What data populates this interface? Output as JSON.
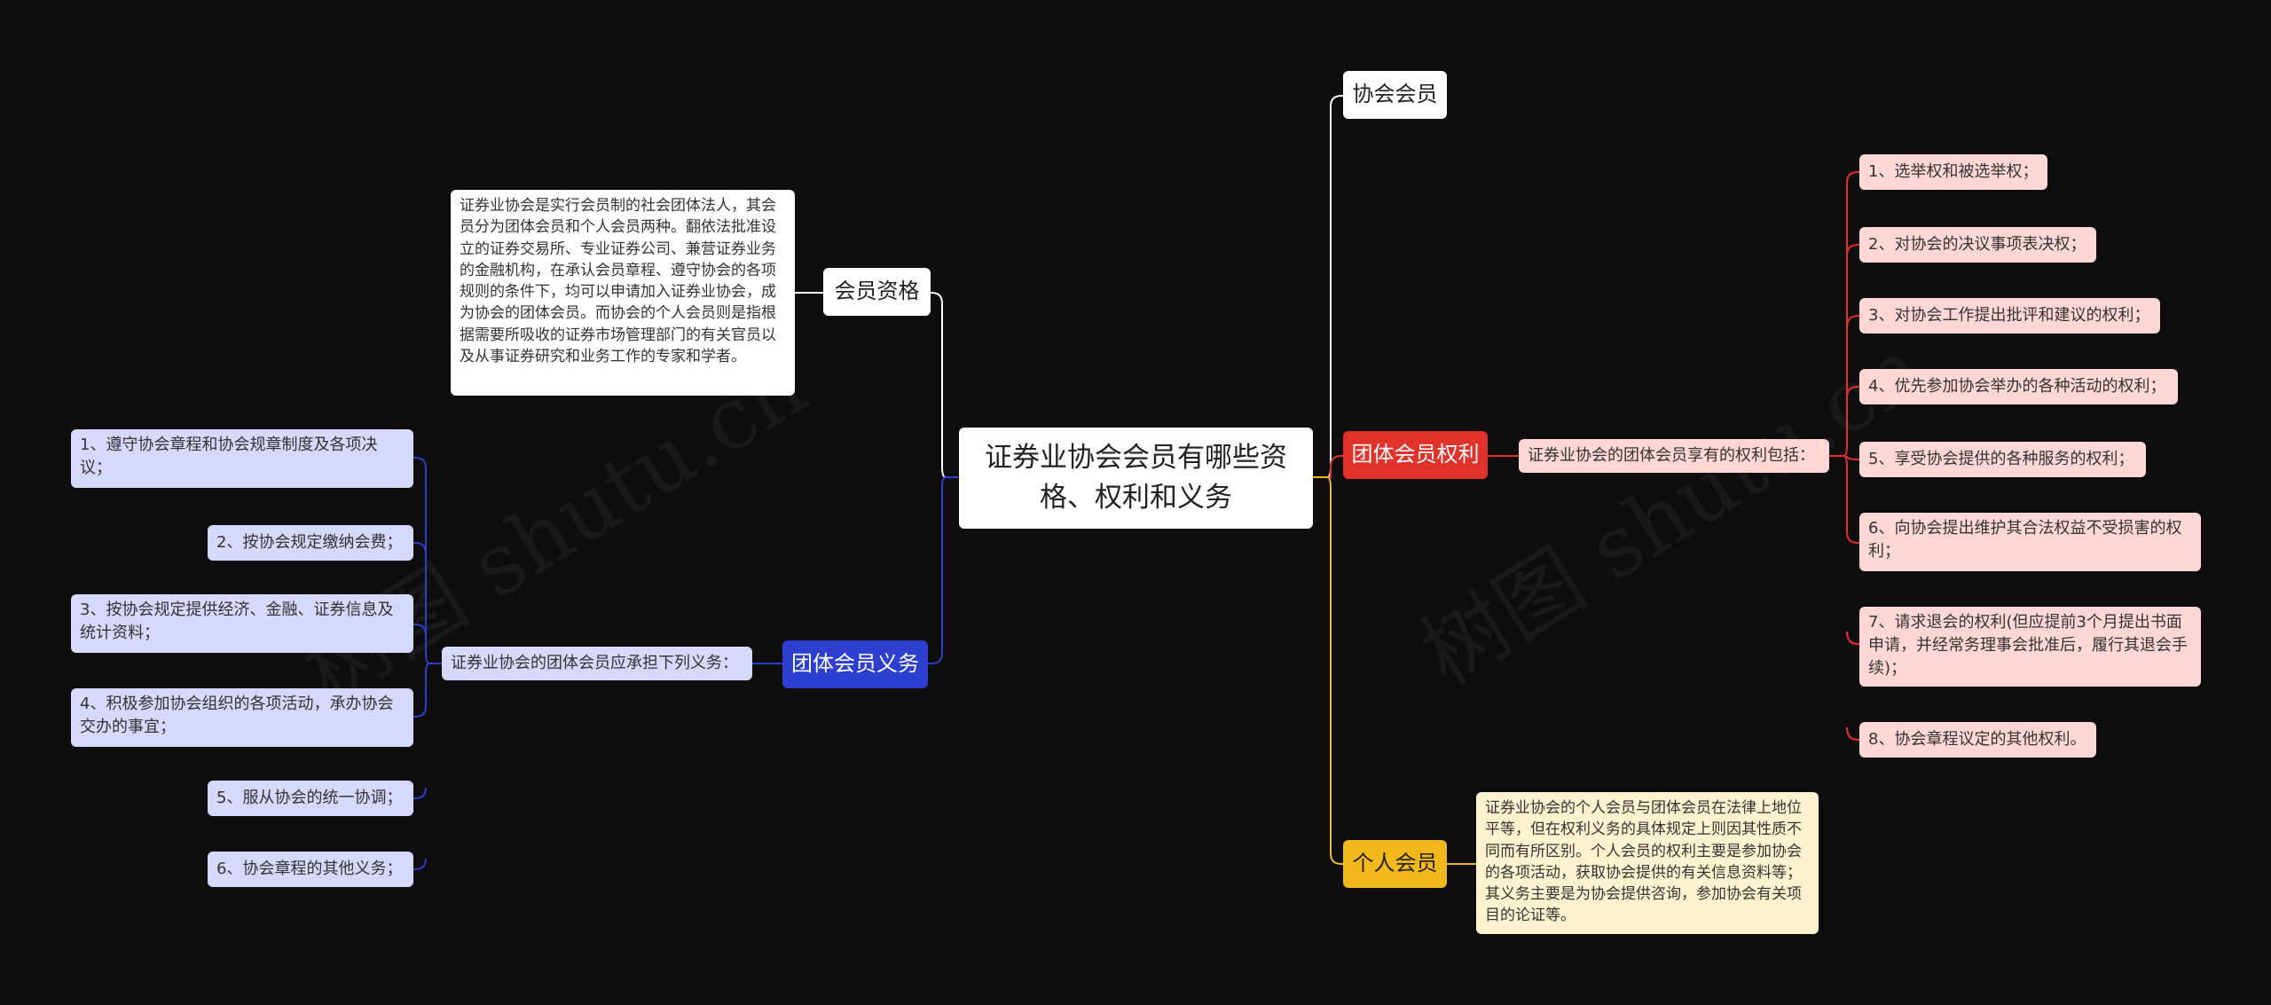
{
  "root": {
    "title": "证券业协会会员有哪些资格、权利和义务"
  },
  "branches": {
    "membership": "协会会员",
    "qualification": "会员资格",
    "group_rights": "团体会员权利",
    "group_duties": "团体会员义务",
    "individual": "个人会员"
  },
  "qualification_text": "证券业协会是实行会员制的社会团体法人，其会员分为团体会员和个人会员两种。翻依法批准设立的证券交易所、专业证券公司、兼营证券业务的金融机构，在承认会员章程、遵守协会的各项规则的条件下，均可以申请加入证券业协会，成为协会的团体会员。而协会的个人会员则是指根据需要所吸收的证券市场管理部门的有关官员以及从事证券研究和业务工作的专家和学者。",
  "rights": {
    "intro": "证券业协会的团体会员享有的权利包括：",
    "items": [
      "1、选举权和被选举权；",
      "2、对协会的决议事项表决权；",
      "3、对协会工作提出批评和建议的权利；",
      "4、优先参加协会举办的各种活动的权利；",
      "5、享受协会提供的各种服务的权利；",
      "6、向协会提出维护其合法权益不受损害的权利；",
      "7、请求退会的权利(但应提前3个月提出书面申请，并经常务理事会批准后，履行其退会手续)；",
      "8、协会章程议定的其他权利。"
    ]
  },
  "duties": {
    "intro": "证券业协会的团体会员应承担下列义务：",
    "items": [
      "1、遵守协会章程和协会规章制度及各项决议；",
      "2、按协会规定缴纳会费；",
      "3、按协会规定提供经济、金融、证券信息及统计资料；",
      "4、积极参加协会组织的各项活动，承办协会交办的事宜；",
      "5、服从协会的统一协调；",
      "6、协会章程的其他义务；"
    ]
  },
  "individual_text": "证券业协会的个人会员与团体会员在法律上地位平等，但在权利义务的具体规定上则因其性质不同而有所区别。个人会员的权利主要是参加协会的各项活动，获取协会提供的有关信息资料等；其义务主要是为协会提供咨询，参加协会有关项目的论证等。",
  "colors": {
    "background": "#0d0d0e",
    "white_line": "#ffffff",
    "red": "#e0322b",
    "blue": "#2c3fcf",
    "yellow": "#f2b81c"
  }
}
